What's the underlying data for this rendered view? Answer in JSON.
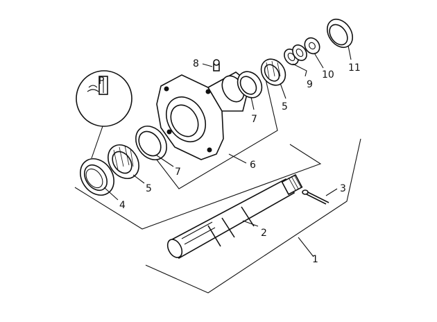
{
  "callouts": [
    {
      "id": "c1",
      "label": "1"
    },
    {
      "id": "c2",
      "label": "2"
    },
    {
      "id": "c3",
      "label": "3"
    },
    {
      "id": "c4",
      "label": "4"
    },
    {
      "id": "c5a",
      "label": "5"
    },
    {
      "id": "c5b",
      "label": "5"
    },
    {
      "id": "c6",
      "label": "6"
    },
    {
      "id": "c7a",
      "label": "7"
    },
    {
      "id": "c7b",
      "label": "7"
    },
    {
      "id": "c8",
      "label": "8"
    },
    {
      "id": "c9",
      "label": "9"
    },
    {
      "id": "c10",
      "label": "10"
    },
    {
      "id": "c11",
      "label": "11"
    }
  ],
  "inset_label": "P"
}
